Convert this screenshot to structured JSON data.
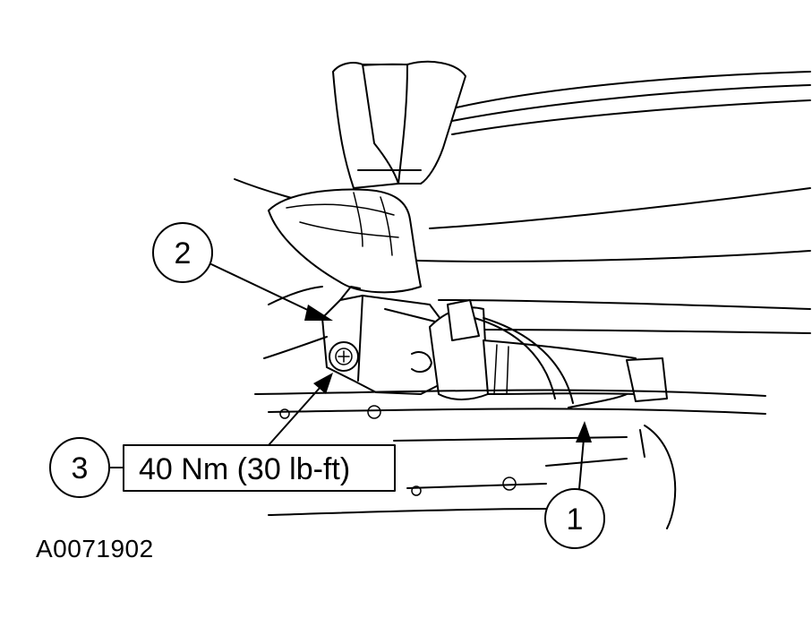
{
  "callouts": [
    {
      "id": "1",
      "label": "1"
    },
    {
      "id": "2",
      "label": "2"
    },
    {
      "id": "3",
      "label": "3"
    }
  ],
  "torque_spec": "40 Nm (30 lb-ft)",
  "figure_id": "A0071902",
  "colors": {
    "ink": "#000000",
    "paper": "#ffffff"
  }
}
